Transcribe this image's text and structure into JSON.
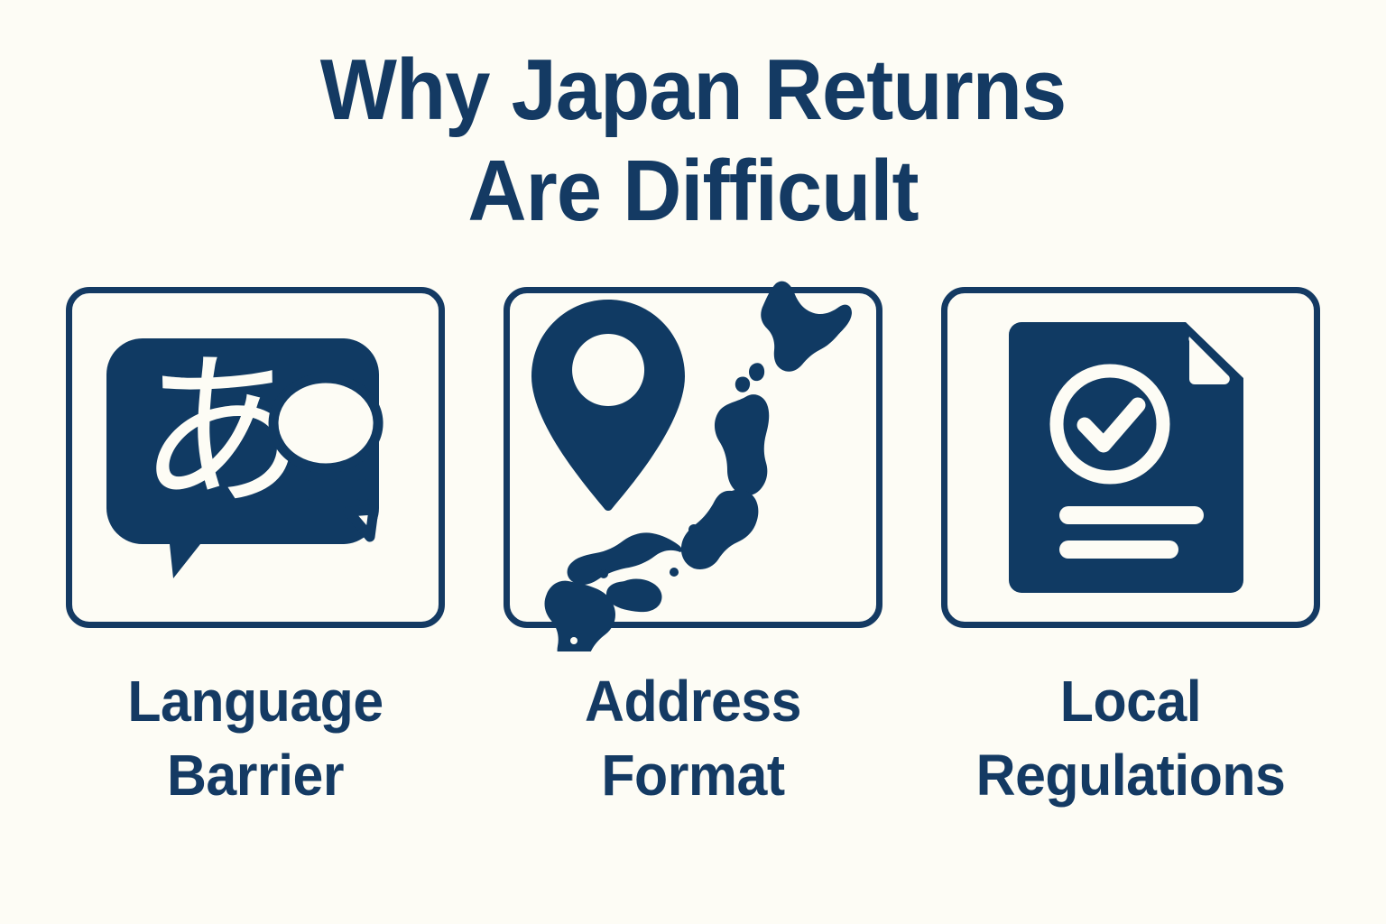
{
  "colors": {
    "background": "#FDFCF5",
    "navy": "#143A63",
    "navy_fill": "#103A63",
    "cream": "#FDFCF5"
  },
  "header": {
    "title_line1": "Why Japan Returns",
    "title_line2": "Are Difficult"
  },
  "cards": [
    {
      "id": "language-barrier",
      "icon": "translate-speech-bubble-icon",
      "icon_glyph": "あ",
      "label_line1": "Language",
      "label_line2": "Barrier"
    },
    {
      "id": "address-format",
      "icon": "map-pin-japan-icon",
      "icon_glyph": "",
      "label_line1": "Address",
      "label_line2": "Format"
    },
    {
      "id": "local-regulations",
      "icon": "document-check-icon",
      "icon_glyph": "",
      "label_line1": "Local",
      "label_line2": "Regulations"
    }
  ]
}
